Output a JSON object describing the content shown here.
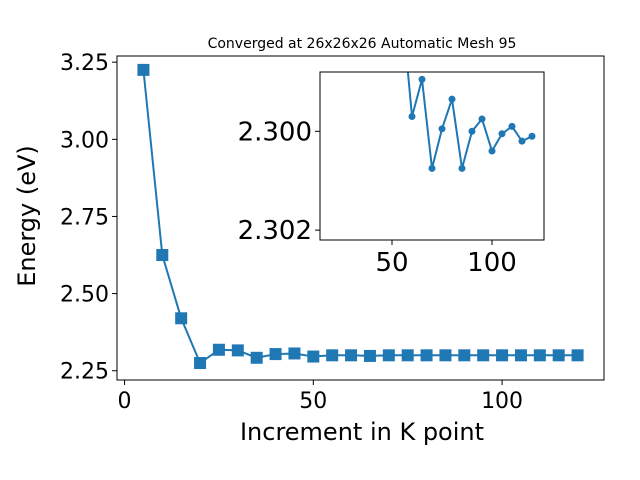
{
  "chart_data": {
    "type": "line",
    "title": "Converged at 26x26x26 Automatic Mesh 95",
    "xlabel": "Increment in K point",
    "ylabel": "Energy (eV)",
    "grid": false,
    "color": "#1f77b4",
    "main": {
      "marker": "square",
      "xlim": [
        -2,
        127
      ],
      "ylim": [
        2.22,
        3.27
      ],
      "xticks": [
        0,
        50,
        100
      ],
      "xtick_labels": [
        "0",
        "50",
        "100"
      ],
      "yticks": [
        2.25,
        2.5,
        2.75,
        3.0,
        3.25
      ],
      "ytick_labels": [
        "2.25",
        "2.50",
        "2.75",
        "3.00",
        "3.25"
      ],
      "x": [
        5,
        10,
        15,
        20,
        25,
        30,
        35,
        40,
        45,
        50,
        55,
        60,
        65,
        70,
        75,
        80,
        85,
        90,
        95,
        100,
        105,
        110,
        115,
        120
      ],
      "y": [
        3.225,
        2.625,
        2.42,
        2.275,
        2.318,
        2.316,
        2.292,
        2.304,
        2.306,
        2.296,
        2.3,
        2.3,
        2.298,
        2.3,
        2.3,
        2.3,
        2.3,
        2.3,
        2.3,
        2.3,
        2.3,
        2.3,
        2.3,
        2.3
      ]
    },
    "inset": {
      "marker": "circle",
      "xlim": [
        14,
        126
      ],
      "ylim": [
        -2.3022,
        -2.2988
      ],
      "xticks": [
        50,
        100
      ],
      "xtick_labels": [
        "50",
        "100"
      ],
      "yticks": [
        -2.3,
        -2.302
      ],
      "ytick_labels": [
        "2.300",
        "2.302"
      ],
      "x": [
        55,
        60,
        65,
        70,
        75,
        80,
        85,
        90,
        95,
        100,
        105,
        110,
        115,
        120
      ],
      "y": [
        -2.2975,
        -2.2997,
        -2.29895,
        -2.30075,
        -2.29995,
        -2.29935,
        -2.30075,
        -2.3,
        -2.29975,
        -2.3004,
        -2.30005,
        -2.2999,
        -2.3002,
        -2.3001
      ]
    }
  }
}
